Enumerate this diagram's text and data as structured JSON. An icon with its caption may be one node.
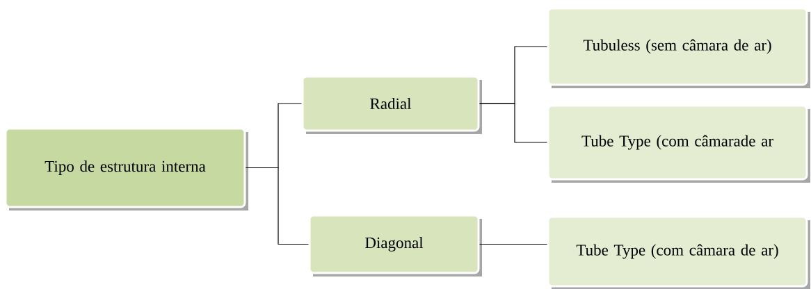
{
  "diagram": {
    "nodes": [
      {
        "text": [
          "Tipo de estrutura interna"
        ]
      },
      {
        "text": [
          "Radial"
        ]
      },
      {
        "text": [
          "Tubuless (sem câmara de ar)"
        ]
      },
      {
        "text": [
          "Tube Type (com câmarade ar"
        ]
      },
      {
        "text": [
          "Diagonal"
        ]
      },
      {
        "text": [
          "Tube Type (com câmara de ar)"
        ]
      }
    ],
    "edges": [
      {
        "from": 0,
        "to": 1,
        "arrow": "none"
      },
      {
        "from": 0,
        "to": 4,
        "arrow": "none"
      },
      {
        "from": 1,
        "to": 2,
        "arrow": "none"
      },
      {
        "from": 1,
        "to": 3,
        "arrow": "none"
      },
      {
        "from": 4,
        "to": 5,
        "arrow": "none"
      }
    ]
  }
}
